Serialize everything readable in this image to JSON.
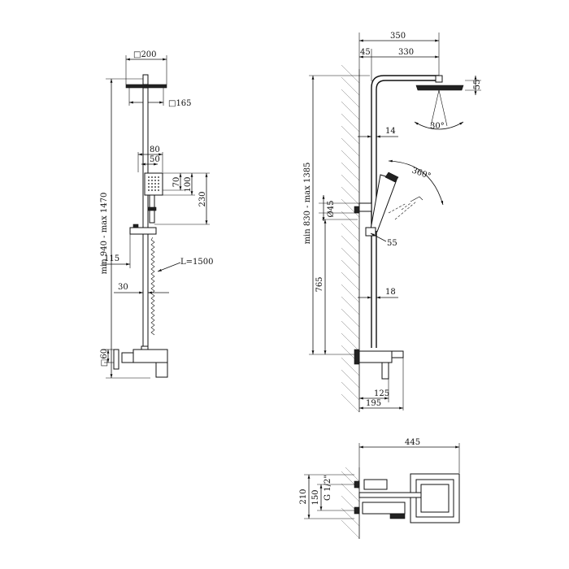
{
  "front_view": {
    "head_square_label": "□200",
    "head_square_small_label": "□165",
    "width_80_label": "80",
    "width_50_label": "50",
    "hs_70_label": "70",
    "hs_100_label": "100",
    "hs_230_label": "230",
    "offset_115_label": "115",
    "hose_label": "L=1500",
    "offset_30_label": "30",
    "valve_60_label": "□60",
    "height_range_label": "min 940 - max 1470"
  },
  "side_view": {
    "total_width_label": "350",
    "wall_offset_label": "45",
    "arm_label": "330",
    "head_height_label": "55",
    "spray_angle_label": "30°",
    "pipe_14_label": "14",
    "rotation_label": "360°",
    "holder_45_label": "Ø45",
    "holder_55_label": "55",
    "height_range_label": "min 830 - max 1385",
    "height_765_label": "765",
    "pipe_18_label": "18",
    "depth_125_label": "125",
    "depth_195_label": "195"
  },
  "plan_view": {
    "width_445_label": "445",
    "height_210_label": "210",
    "height_150_label": "150",
    "thread_label": "G 1/2\""
  }
}
